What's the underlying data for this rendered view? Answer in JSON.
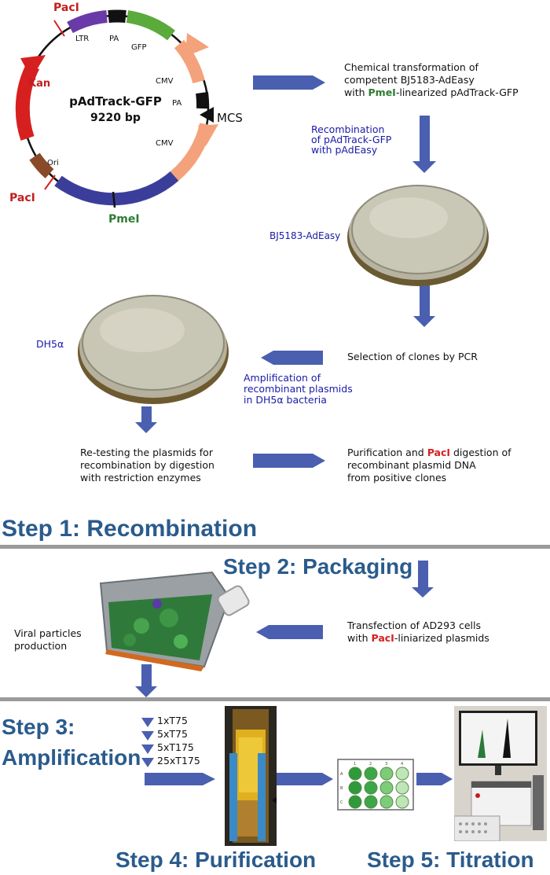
{
  "plasmid": {
    "name": "pAdTrack-GFP",
    "size": "9220 bp",
    "labels": {
      "paci_top": "PacI",
      "paci_bottom": "PacI",
      "ltr": "LTR",
      "pa_top": "PA",
      "gfp": "GFP",
      "cmv_1": "CMV",
      "pa_right": "PA",
      "mcs": "MCS",
      "cmv_2": "CMV",
      "kan": "Kan",
      "ori": "Ori",
      "pmei": "PmeI"
    }
  },
  "step1": {
    "transformation": [
      "Chemical transformation of",
      "competent BJ5183-AdEasy",
      "with",
      "PmeI",
      "-linearized pAdTrack-GFP"
    ],
    "recombination": [
      "Recombination",
      "of pAdTrack-GFP",
      "with pAdEasy"
    ],
    "bj5183": "BJ5183-AdEasy",
    "selection": "Selection of clones by PCR",
    "dh5a": "DH5α",
    "amplification": [
      "Amplification of",
      "recombinant plasmids",
      "in DH5α bacteria"
    ],
    "retest": [
      "Re-testing the plasmids for",
      "recombination by digestion",
      "with restriction enzymes"
    ],
    "purification": [
      "Purification and",
      "PacI",
      "digestion of",
      "recombinant plasmid DNA",
      "from positive clones"
    ],
    "title": "Step 1: Recombination"
  },
  "step2": {
    "title": "Step 2: Packaging",
    "transfection": [
      "Transfection of AD293 cells",
      "with",
      "PacI",
      "-liniarized plasmids"
    ],
    "viral": [
      "Viral particles",
      "production"
    ]
  },
  "step3": {
    "title_1": "Step 3:",
    "title_2": "Amplification",
    "flasks": [
      "1xT75",
      "5xT75",
      "5xT175",
      "25xT175"
    ]
  },
  "plate": {
    "cols": [
      "1",
      "2",
      "3",
      "4"
    ],
    "rows": [
      "A",
      "B",
      "C"
    ]
  },
  "step4": {
    "title": "Step 4: Purification"
  },
  "step5": {
    "title": "Step 5: Titration"
  },
  "colors": {
    "arrow": "#4a5fb0",
    "step_title": "#2a5b8c",
    "divider": "#9a9a9a"
  }
}
